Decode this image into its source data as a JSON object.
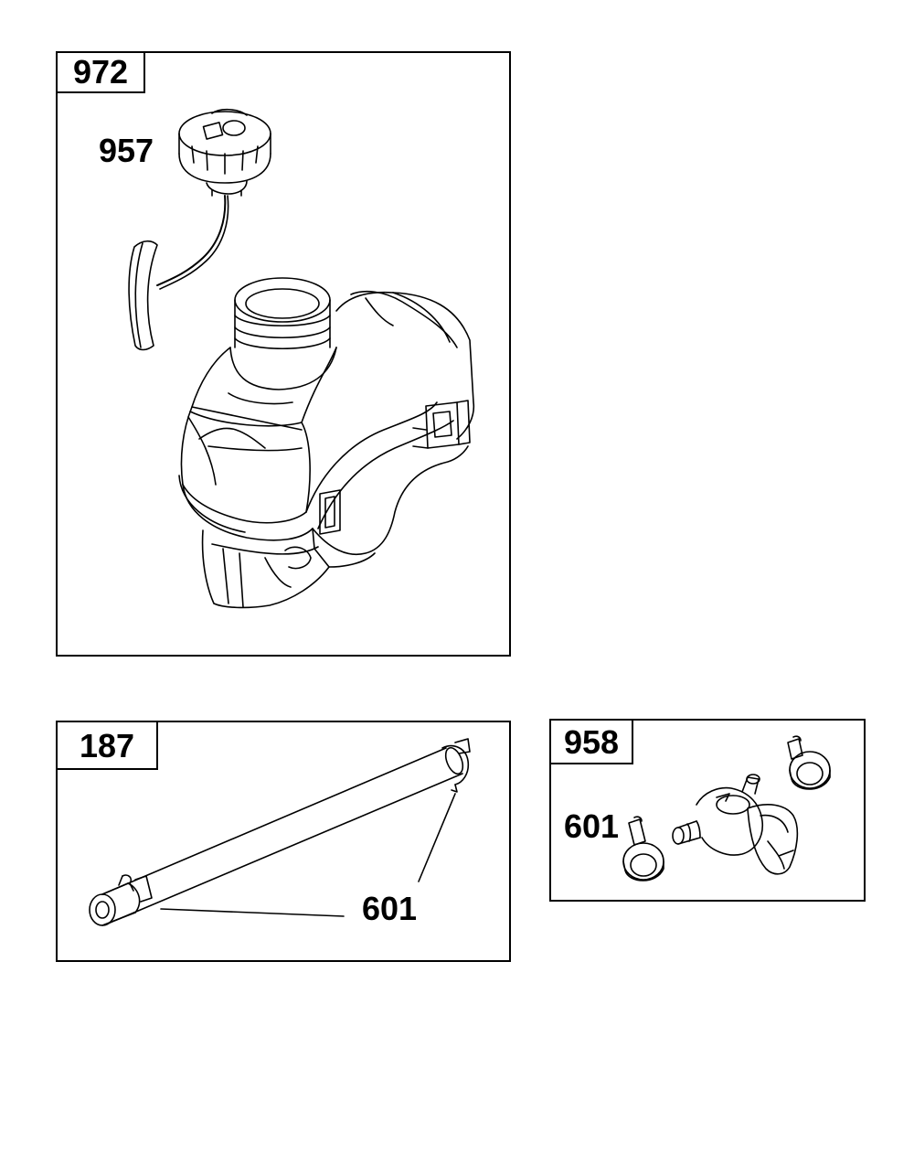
{
  "panels": {
    "fuel_tank": {
      "number": "972",
      "callouts": {
        "cap": "957"
      }
    },
    "fuel_line": {
      "number": "187",
      "callouts": {
        "clamp": "601"
      }
    },
    "shutoff_valve": {
      "number": "958",
      "callouts": {
        "clamp": "601"
      }
    }
  },
  "icons": [
    "fuel-cap-icon",
    "fuel-tank-icon",
    "fuel-hose-icon",
    "hose-clamp-icon",
    "shutoff-valve-icon"
  ],
  "colors": {
    "line": "#000000",
    "background": "#ffffff"
  }
}
